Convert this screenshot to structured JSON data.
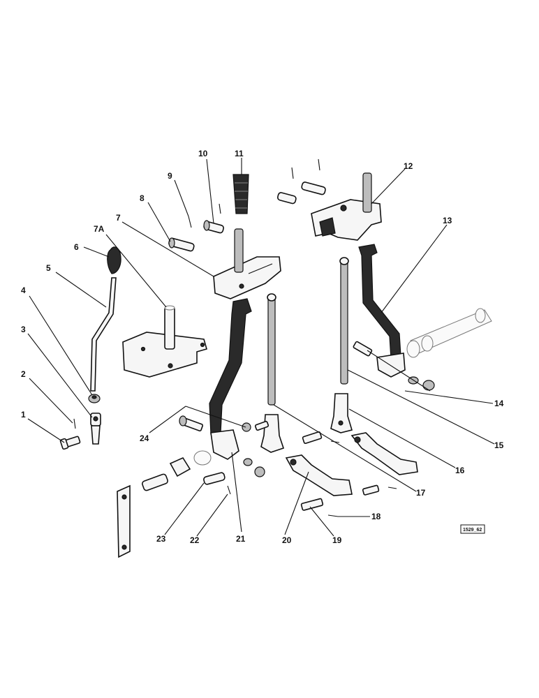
{
  "callouts": [
    "1",
    "2",
    "3",
    "4",
    "5",
    "6",
    "7",
    "7A",
    "8",
    "9",
    "10",
    "11",
    "12",
    "13",
    "14",
    "15",
    "16",
    "17",
    "18",
    "19",
    "20",
    "21",
    "22",
    "23",
    "24"
  ],
  "reference_code": "1529_62"
}
